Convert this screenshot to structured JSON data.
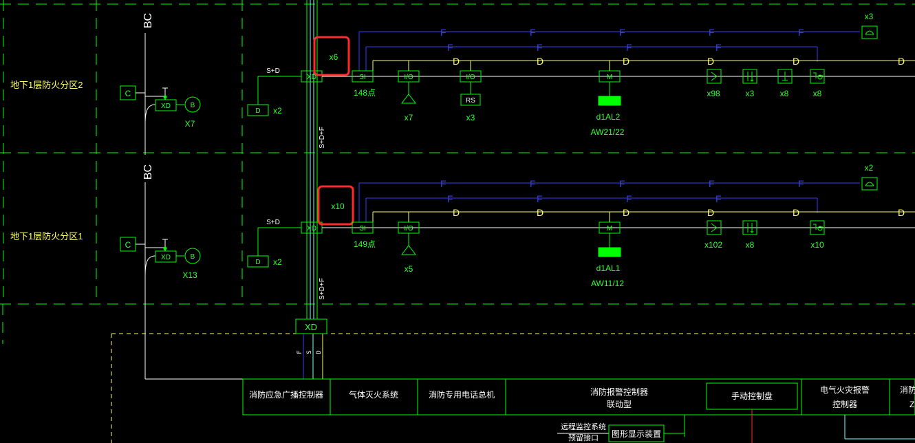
{
  "zones": [
    {
      "name": "地下1层防火分区2",
      "bc_label": "BC",
      "c_label": "C",
      "speaker_label": "B",
      "speaker_count": "X7",
      "bus_label": "S+D",
      "d_label": "D",
      "d_count": "x2",
      "xd_label": "XD",
      "bus_vertical_label": "S+D+F",
      "x_count": "x6",
      "si_label": "SI",
      "si_points": "148点",
      "io_label": "I/O",
      "io2_label": "I/O",
      "manual_alarm_count": "x7",
      "rs_label": "RS",
      "rs_count": "x3",
      "m_label": "M",
      "panel_name": "d1AL2",
      "panel_circuit": "AW21/22",
      "f_label": "F",
      "d2_label": "D",
      "phone_count": "x3",
      "smoke_count": "x98",
      "heat_count": "x3",
      "flow_count": "x8",
      "hydrant_count": "x8",
      "has_flow": true
    },
    {
      "name": "地下1层防火分区1",
      "bc_label": "BC",
      "c_label": "C",
      "speaker_label": "B",
      "speaker_count": "X13",
      "bus_label": "S+D",
      "d_label": "D",
      "d_count": "x2",
      "xd_label": "XD",
      "bus_vertical_label": "S+D+F",
      "x_count": "x10",
      "si_label": "SI",
      "si_points": "149点",
      "io_label": "I/O",
      "io2_label": "",
      "manual_alarm_count": "x5",
      "rs_label": "",
      "rs_count": "",
      "m_label": "M",
      "panel_name": "d1AL1",
      "panel_circuit": "AW11/12",
      "f_label": "F",
      "d2_label": "D",
      "phone_count": "x2",
      "smoke_count": "x102",
      "heat_count": "x8",
      "flow_count": "",
      "hydrant_count": "x10",
      "has_flow": false
    }
  ],
  "main_xd": {
    "label": "XD",
    "wires": [
      "F",
      "S",
      "D"
    ]
  },
  "bottom_panel": {
    "cells": [
      "消防应急广播控制器",
      "气体灭火系统",
      "消防专用电话总机"
    ],
    "linkage_line1": "消防报警控制器",
    "linkage_line2": "联动型",
    "manual_panel": "手动控制盘",
    "electric_fire_line1": "电气火灾报警",
    "electric_fire_line2": "控制器",
    "cut_off_line1": "消防电",
    "cut_off_line2": "Z",
    "remote_monitor_line1": "远程监控系统",
    "remote_monitor_line2": "预留接口",
    "graphic_display": "图形显示装置"
  },
  "colors": {
    "green": "#00ff00",
    "yellow": "#ffff66",
    "blue": "#3a3aff",
    "cyan": "#7fffff",
    "white": "#ffffff",
    "red": "#ff2a2a",
    "text_green": "#33ff33"
  }
}
